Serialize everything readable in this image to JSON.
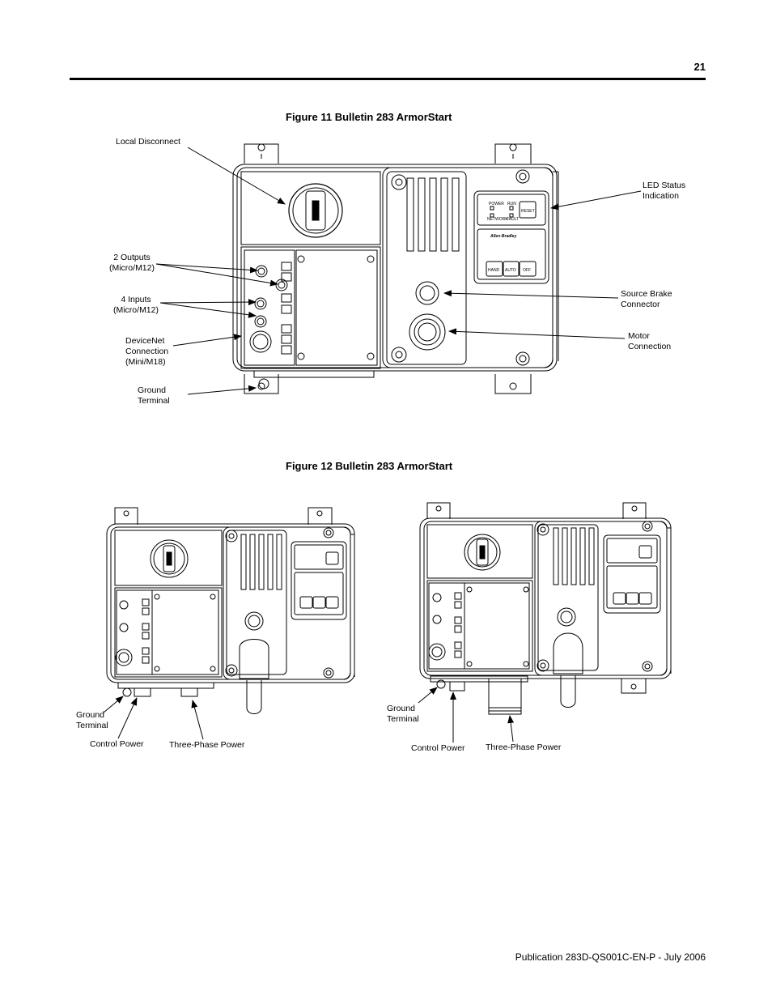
{
  "page": {
    "number": "21",
    "footer": "Publication 283D-QS001C-EN-P - July 2006"
  },
  "figure11": {
    "caption": "Figure 11 Bulletin 283 ArmorStart",
    "labels": {
      "local_disconnect": "Local Disconnect",
      "outputs_1": "2 Outputs",
      "outputs_2": "(Micro/M12)",
      "inputs_1": "4 Inputs",
      "inputs_2": "(Micro/M12)",
      "devicenet_1": "DeviceNet",
      "devicenet_2": "Connection",
      "devicenet_3": "(Mini/M18)",
      "ground_1": "Ground",
      "ground_2": "Terminal",
      "led_1": "LED Status",
      "led_2": "Indication",
      "brake_1": "Source Brake",
      "brake_2": "Connector",
      "motor_1": "Motor",
      "motor_2": "Connection"
    },
    "device_markings": {
      "hand": "HAND",
      "auto": "AUTO",
      "off": "OFF",
      "reset": "RESET",
      "brand": "Allen-Bradley",
      "power": "POWER",
      "run": "RUN",
      "network": "NETWORK",
      "fault": "FAULT"
    }
  },
  "figure12": {
    "caption": "Figure 12 Bulletin 283 ArmorStart",
    "left": {
      "ground_1": "Ground",
      "ground_2": "Terminal",
      "control_power": "Control Power",
      "three_phase_power": "Three-Phase Power"
    },
    "right": {
      "ground_1": "Ground",
      "ground_2": "Terminal",
      "control_power": "Control Power",
      "three_phase_power": "Three-Phase Power"
    }
  },
  "colors": {
    "ink": "#000000",
    "panel_gray": "#f2f2f2"
  }
}
